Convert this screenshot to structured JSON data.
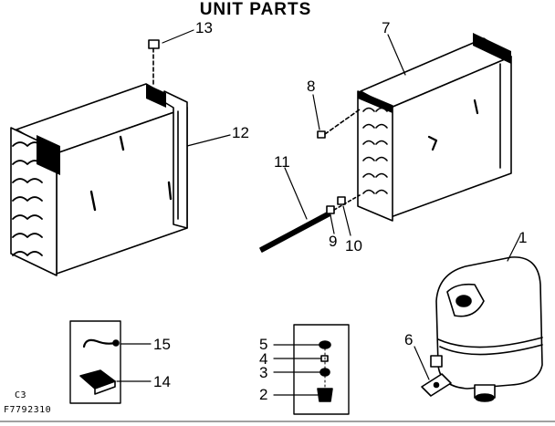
{
  "title": "UNIT PARTS",
  "parts": [
    {
      "number": "1",
      "name": "compressor-icon"
    },
    {
      "number": "2",
      "name": "grommet-icon"
    },
    {
      "number": "3",
      "name": "washer-icon"
    },
    {
      "number": "4",
      "name": "sleeve-icon"
    },
    {
      "number": "5",
      "name": "nut-icon"
    },
    {
      "number": "6",
      "name": "mounting-bracket-icon"
    },
    {
      "number": "7",
      "name": "condenser-coil-icon"
    },
    {
      "number": "8",
      "name": "screw-icon"
    },
    {
      "number": "9",
      "name": "fitting-icon"
    },
    {
      "number": "10",
      "name": "fitting-icon"
    },
    {
      "number": "11",
      "name": "capillary-tube-icon"
    },
    {
      "number": "12",
      "name": "evaporator-coil-icon"
    },
    {
      "number": "13",
      "name": "screw-icon"
    },
    {
      "number": "14",
      "name": "terminal-cover-icon"
    },
    {
      "number": "15",
      "name": "wire-harness-icon"
    }
  ],
  "footer": {
    "code": "C3",
    "drawing_number": "F7792310"
  },
  "colors": {
    "ink": "#000000",
    "paper": "#ffffff"
  }
}
